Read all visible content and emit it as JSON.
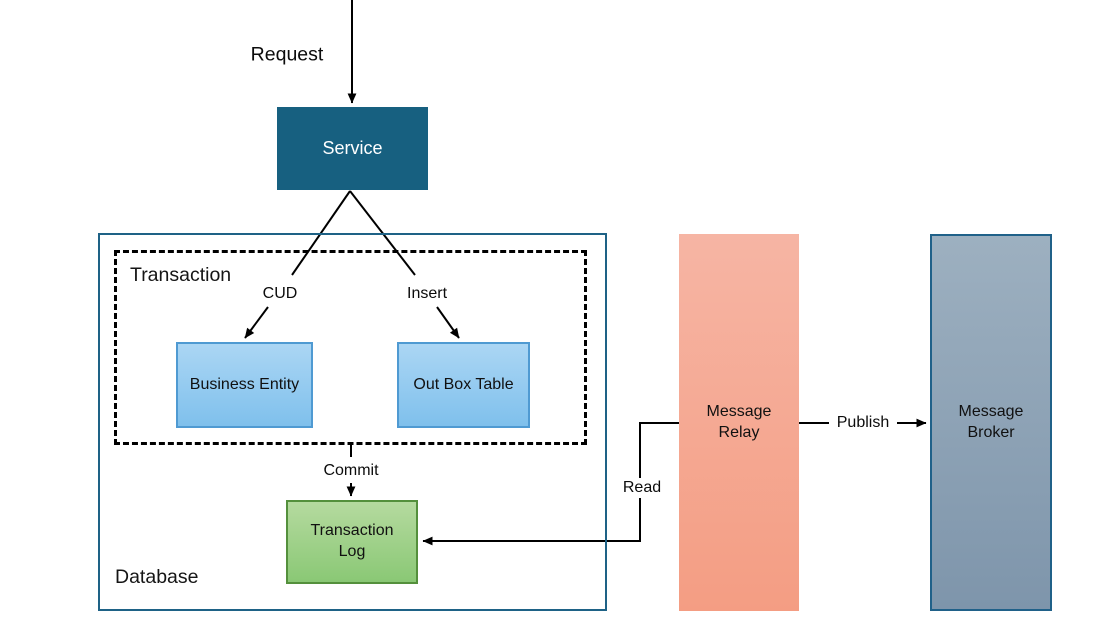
{
  "diagram_type": "transactional-outbox-pattern",
  "labels": {
    "request": "Request",
    "cud": "CUD",
    "insert": "Insert",
    "commit": "Commit",
    "read": "Read",
    "publish": "Publish"
  },
  "nodes": {
    "service": {
      "label": "Service",
      "fill": "#176080",
      "text_color": "#ffffff"
    },
    "database": {
      "label": "Database",
      "border_color": "#1e6286"
    },
    "transaction": {
      "label": "Transaction",
      "border_style": "dashed",
      "border_color": "#000000"
    },
    "business_entity": {
      "label": "Business Entity",
      "fill_top": "#abd6f4",
      "fill_bottom": "#7fc0ec",
      "border_color": "#4f9ad2"
    },
    "out_box_table": {
      "label": "Out Box Table",
      "fill_top": "#abd6f4",
      "fill_bottom": "#7fc0ec",
      "border_color": "#4f9ad2"
    },
    "transaction_log": {
      "line1": "Transaction",
      "line2": "Log",
      "fill_top": "#b5da9f",
      "fill_bottom": "#8ac875",
      "border_color": "#54903c"
    },
    "message_relay": {
      "line1": "Message",
      "line2": "Relay",
      "fill_top": "#f6b5a4",
      "fill_bottom": "#f49d83"
    },
    "message_broker": {
      "line1": "Message",
      "line2": "Broker",
      "fill_top": "#9db0c0",
      "fill_bottom": "#7e95ab",
      "border_color": "#206189"
    }
  },
  "edges": [
    {
      "from": "request",
      "to": "service",
      "label": "Request",
      "arrow": true
    },
    {
      "from": "service",
      "to": "business_entity",
      "label": "CUD",
      "arrow": true
    },
    {
      "from": "service",
      "to": "out_box_table",
      "label": "Insert",
      "arrow": true
    },
    {
      "from": "transaction",
      "to": "transaction_log",
      "label": "Commit",
      "arrow": true
    },
    {
      "from": "message_relay",
      "to": "transaction_log",
      "label": "Read",
      "arrow": true
    },
    {
      "from": "message_relay",
      "to": "message_broker",
      "label": "Publish",
      "arrow": true
    }
  ],
  "connector_color": "#000000"
}
